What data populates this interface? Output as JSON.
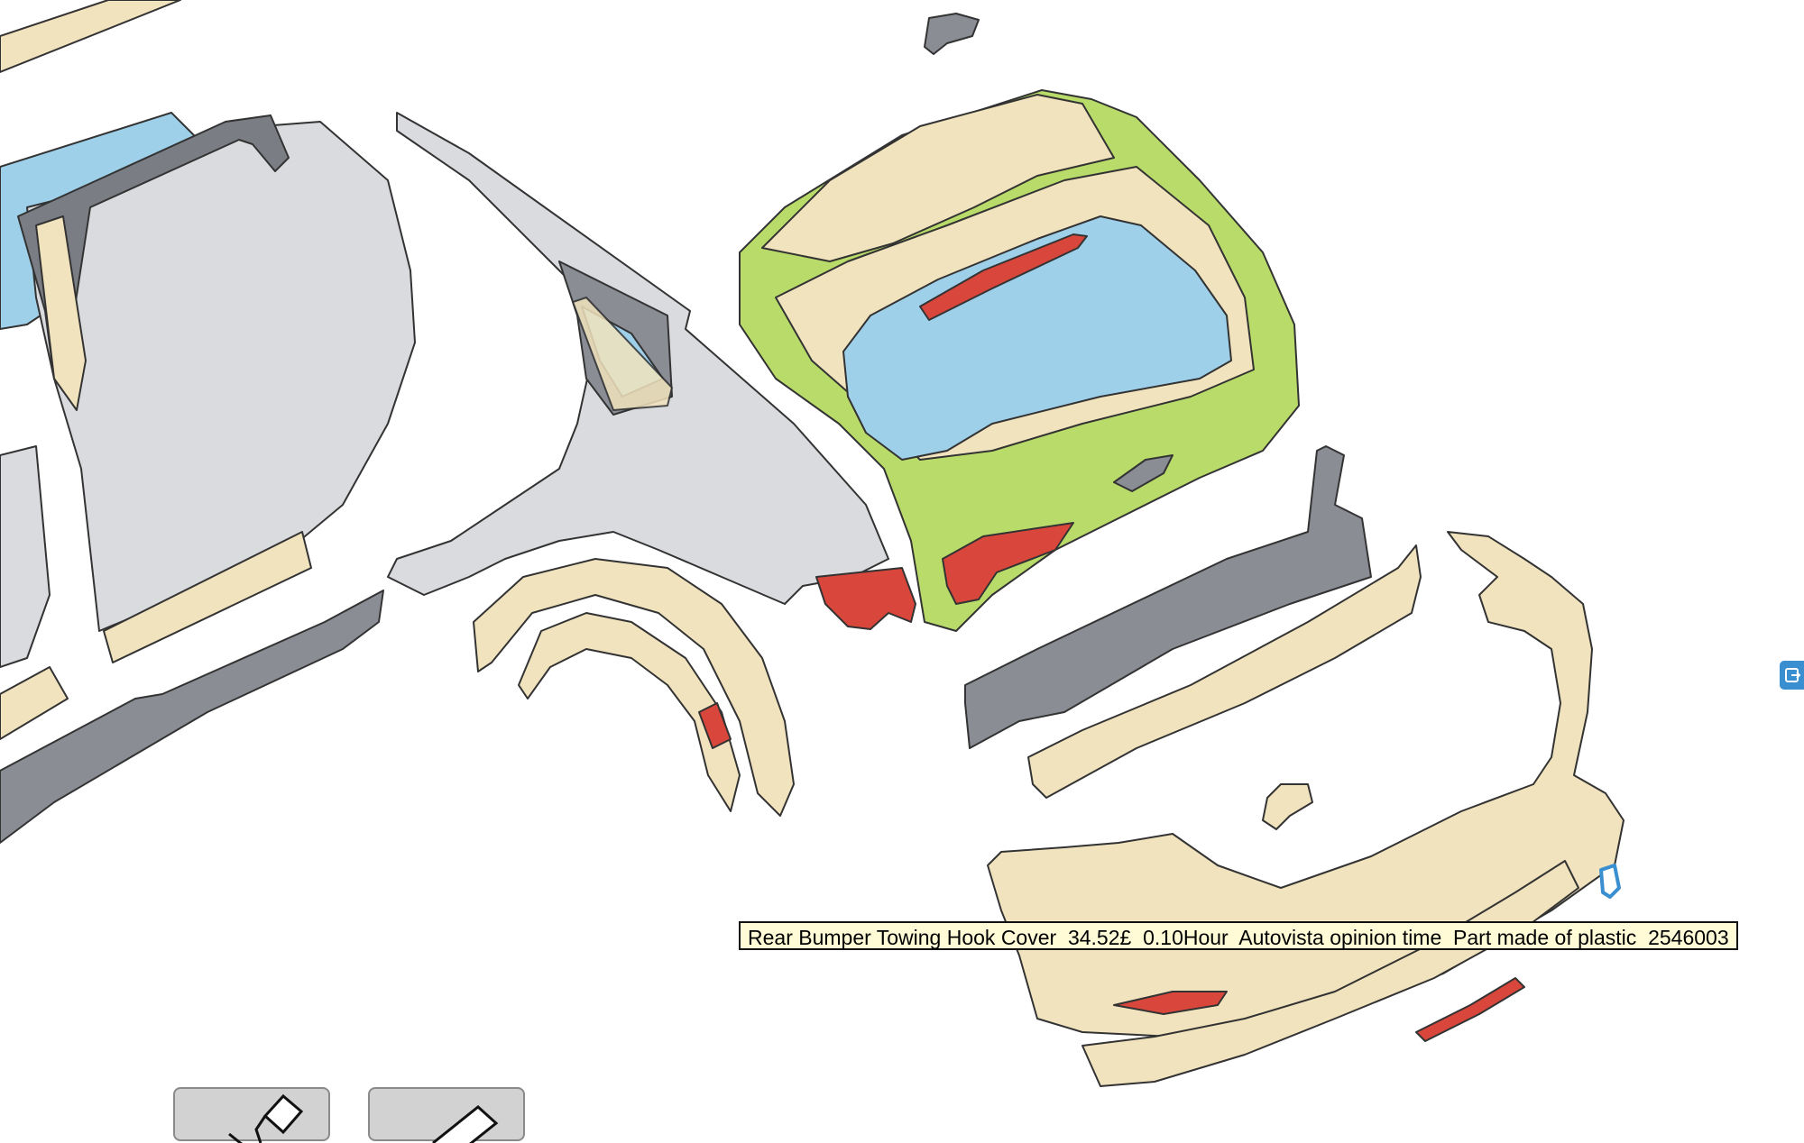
{
  "tooltip": {
    "name": "Rear Bumper Towing Hook Cover",
    "price": "34.52£",
    "labour": "0.10Hour",
    "source": "Autovista opinion time",
    "material": "Part made of plastic",
    "part_number": "2546003"
  },
  "toolbar": [
    {
      "icon": "paint-bucket-icon"
    },
    {
      "icon": "eraser-icon"
    }
  ],
  "side_panel_icon": "expand-panel-icon",
  "colors": {
    "body_silver": "#d9dbde",
    "structure_gray": "#8a8d94",
    "trim_cream": "#f1e3bd",
    "tailgate_highlight": "#b9db6a",
    "glass_blue": "#9fd0ea",
    "lamp_red": "#d9463b",
    "outline": "#333333"
  }
}
